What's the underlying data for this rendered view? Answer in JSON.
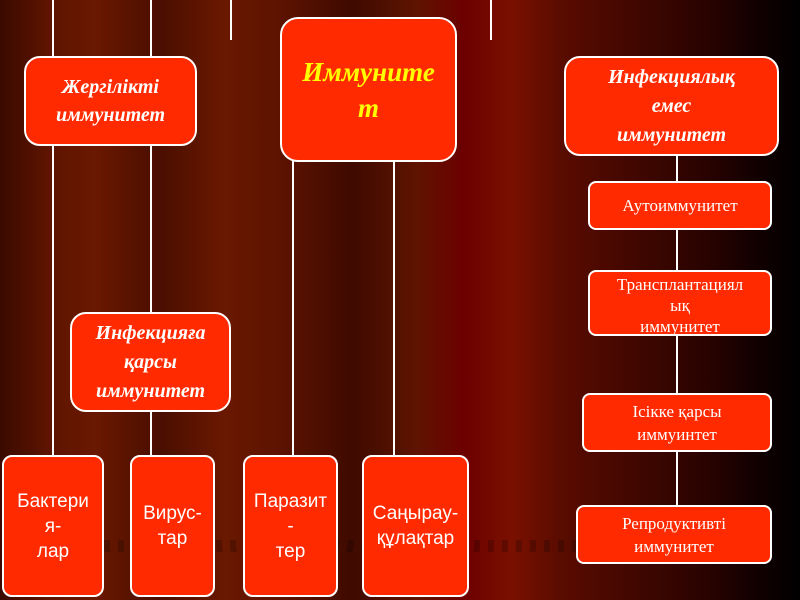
{
  "diagram": {
    "root": {
      "label": "Иммуните\nт"
    },
    "local": {
      "label": "Жергілікті\nиммунитет"
    },
    "anti_infective": {
      "label": "Инфекцияға\nқарсы\nиммунитет",
      "children": [
        "Бактери\nя-\nлар",
        "Вирус-\nтар",
        "Паразит\n-\nтер",
        "Саңырау-\nқұлақтар"
      ]
    },
    "non_infective": {
      "label": "Инфекциялық\nемес\nиммунитет",
      "children": [
        "Аутоиммунитет",
        "Трансплантациял\nық\nиммунитет",
        "Ісікке қарсы\nиммуинтет",
        "Репродуктивті\nиммунитет"
      ]
    }
  },
  "colors": {
    "box_fill": "#ff2a00",
    "root_text": "#ffff00",
    "box_text": "#ffffff",
    "border": "#ffffff"
  }
}
